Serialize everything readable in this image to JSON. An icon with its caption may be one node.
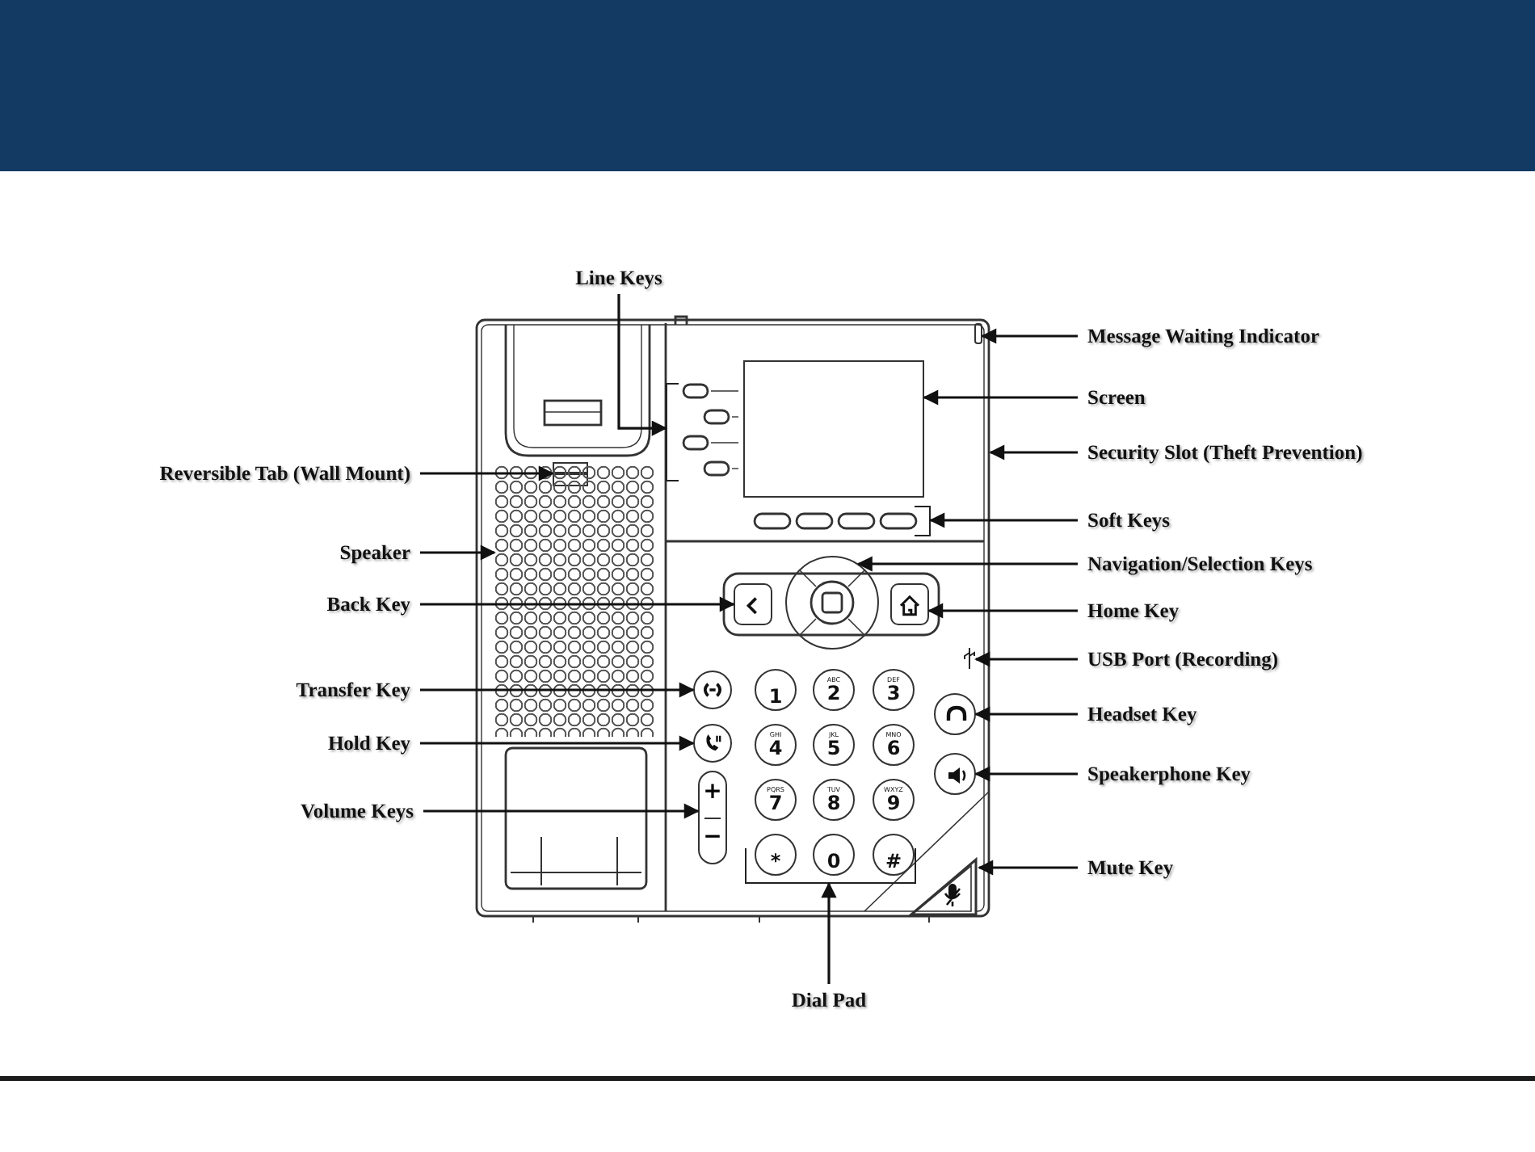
{
  "diagram": {
    "nodes": [
      {
        "text": [
          "Line Keys"
        ]
      },
      {
        "text": [
          "Message Waiting Indicator"
        ]
      },
      {
        "text": [
          "Screen"
        ]
      },
      {
        "text": [
          "Security Slot (Theft Prevention)"
        ]
      },
      {
        "text": [
          "Reversible Tab (Wall Mount)"
        ]
      },
      {
        "text": [
          "Soft Keys"
        ]
      },
      {
        "text": [
          "Speaker"
        ]
      },
      {
        "text": [
          "Navigation/Selection Keys"
        ]
      },
      {
        "text": [
          "Back Key"
        ]
      },
      {
        "text": [
          "Home Key"
        ]
      },
      {
        "text": [
          "USB Port (Recording)"
        ]
      },
      {
        "text": [
          "Transfer Key"
        ]
      },
      {
        "text": [
          "Headset Key"
        ]
      },
      {
        "text": [
          "Hold Key"
        ]
      },
      {
        "text": [
          "Speakerphone Key"
        ]
      },
      {
        "text": [
          "Volume Keys"
        ]
      },
      {
        "text": [
          "Mute Key"
        ]
      },
      {
        "text": [
          "Dial Pad"
        ]
      },
      {
        "text": [],
        "shape": "bracket"
      },
      {
        "text": [],
        "shape": "bar"
      },
      {
        "text": [],
        "shape": "box"
      },
      {
        "text": [],
        "shape": "box"
      },
      {
        "text": [],
        "shape": "bracket"
      },
      {
        "text": [],
        "shape": "grille"
      },
      {
        "text": [],
        "shape": "circle"
      },
      {
        "text": [],
        "shape": "box"
      },
      {
        "text": [],
        "shape": "box"
      },
      {
        "text": [],
        "shape": "icon"
      },
      {
        "text": [],
        "shape": "circle"
      },
      {
        "text": [],
        "shape": "circle"
      },
      {
        "text": [],
        "shape": "circle"
      },
      {
        "text": [],
        "shape": "circle"
      },
      {
        "text": [],
        "shape": "box"
      },
      {
        "text": [],
        "shape": "triangle"
      },
      {
        "text": [],
        "shape": "bracket"
      }
    ],
    "edges": [
      {
        "from": 0,
        "to": 18,
        "arrow": "to"
      },
      {
        "from": 1,
        "to": 19,
        "arrow": "to"
      },
      {
        "from": 2,
        "to": 20,
        "arrow": "to"
      },
      {
        "from": 3,
        "to": null,
        "arrow": "to"
      },
      {
        "from": 4,
        "to": 21,
        "arrow": "to"
      },
      {
        "from": 5,
        "to": 22,
        "arrow": "to"
      },
      {
        "from": 6,
        "to": 23,
        "arrow": "to"
      },
      {
        "from": 7,
        "to": 24,
        "arrow": "to"
      },
      {
        "from": 8,
        "to": 25,
        "arrow": "to"
      },
      {
        "from": 9,
        "to": 26,
        "arrow": "to"
      },
      {
        "from": 10,
        "to": 27,
        "arrow": "to"
      },
      {
        "from": 11,
        "to": 28,
        "arrow": "to"
      },
      {
        "from": 12,
        "to": 29,
        "arrow": "to"
      },
      {
        "from": 13,
        "to": 30,
        "arrow": "to"
      },
      {
        "from": 14,
        "to": 31,
        "arrow": "to"
      },
      {
        "from": 15,
        "to": 32,
        "arrow": "to"
      },
      {
        "from": 16,
        "to": 33,
        "arrow": "to"
      },
      {
        "from": 17,
        "to": 34,
        "arrow": "to"
      }
    ],
    "labels": [
      "1",
      "ABC",
      "2",
      "DEF",
      "3",
      "GHI",
      "4",
      "JKL",
      "5",
      "MNO",
      "6",
      "PQRS",
      "7",
      "TUV",
      "8",
      "WXYZ",
      "9",
      "*",
      "0",
      "#",
      "+",
      "−"
    ]
  }
}
